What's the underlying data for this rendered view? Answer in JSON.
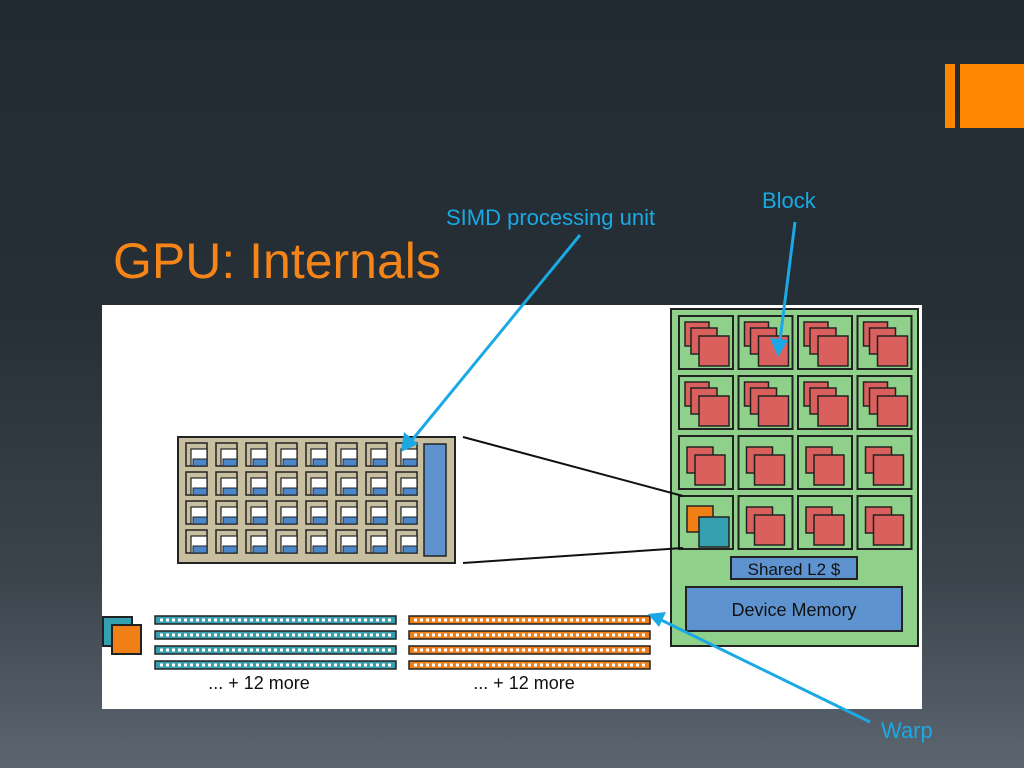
{
  "slide": {
    "title": "GPU: Internals",
    "accent_color": "#ff8600",
    "title_color": "#f58518",
    "callout_color": "#1aa9e4"
  },
  "callouts": {
    "simd": "SIMD processing unit",
    "block": "Block",
    "warp": "Warp"
  },
  "diagram": {
    "shared_l2_label": "Shared L2 $",
    "device_memory_label": "Device Memory",
    "more_label_left": "... + 12 more",
    "more_label_right": "... + 12 more",
    "simd_grid": {
      "rows": 4,
      "cols": 8
    },
    "block_grid": {
      "rows": 4,
      "cols": 4
    },
    "warp_rows": 4,
    "colors": {
      "gpu_green": "#8fd08a",
      "block_red": "#d9605c",
      "simd_tan": "#c8bfa0",
      "simd_blue": "#4a86c8",
      "warp_teal": "#34a0b0",
      "warp_orange": "#f08016",
      "device_memory_blue": "#5f93d0"
    }
  }
}
